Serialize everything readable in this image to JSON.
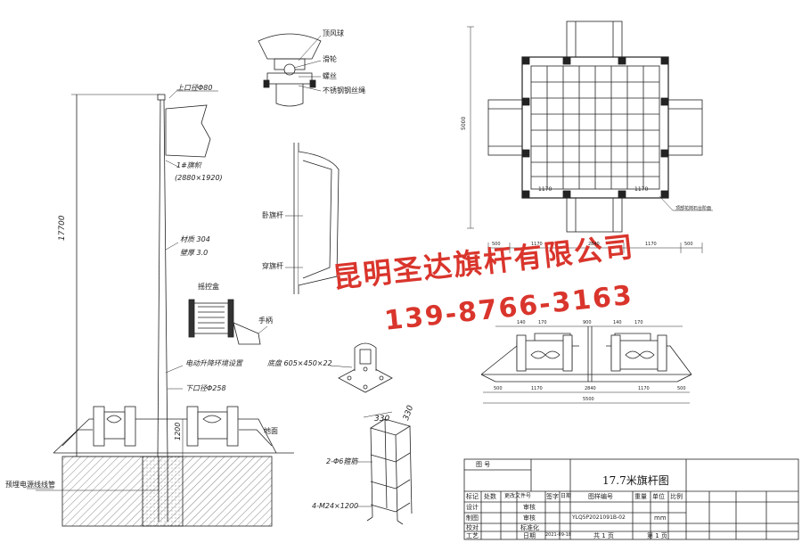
{
  "watermark": {
    "company": "昆明圣达旗杆有限公司",
    "phone": "139-8766-3163"
  },
  "pole_elevation": {
    "height_dim": "17700",
    "top_diameter": "上口径Φ80",
    "flag_label": "1#旗帜",
    "flag_size": "(2880×1920)",
    "material": "材质 304",
    "thickness": "壁厚 3.0",
    "bottom_diameter": "下口径Φ258",
    "motor_label": "电动升降环境设置",
    "base_dim": "1200",
    "ground_label": "地面",
    "conduit_label": "预埋电源线线管"
  },
  "top_detail": {
    "labels": [
      "顶风球",
      "滑轮",
      "螺丝",
      "不锈钢钢丝绳"
    ]
  },
  "flag_detail": {
    "labels": [
      "卧旗杆",
      "穿旗杆"
    ]
  },
  "winch": {
    "title": "摇控盒",
    "handle": "手柄"
  },
  "base_plate": {
    "label": "底盘 605×450×22"
  },
  "cage": {
    "dim_a": "330",
    "dim_b": "330",
    "rebar": "2-Φ6箍筋",
    "bolts": "4-M24×1200"
  },
  "plan_view": {
    "dims_bottom": [
      "500",
      "1170",
      "2840",
      "1170",
      "500"
    ],
    "inner_dims": [
      "1170",
      "1170"
    ],
    "side_dim": "5000",
    "callout": "顶部花岗石台阶面"
  },
  "section": {
    "dims_top": [
      "140",
      "170",
      "900",
      "140",
      "170"
    ],
    "dims_bottom": [
      "500",
      "1170",
      "2840",
      "1170",
      "500"
    ],
    "total": "5500"
  },
  "title_block": {
    "top_label": "图 号",
    "title": "17.7米旗杆图",
    "header": [
      "标记",
      "处数",
      "更改文件号",
      "签字",
      "日期",
      "图样编号",
      "重量",
      "单位",
      "比例"
    ],
    "rows": [
      [
        "设计",
        "",
        "审核",
        ""
      ],
      [
        "制图",
        "",
        "审核",
        ""
      ],
      [
        "校对",
        "",
        "标准化",
        ""
      ],
      [
        "工艺",
        "",
        "日期",
        "2021-09-18"
      ]
    ],
    "drawing_no": "YLQ5P2021091B-02",
    "unit": "mm",
    "total_sheets": "共 1 页",
    "sheet": "第 1 页"
  }
}
